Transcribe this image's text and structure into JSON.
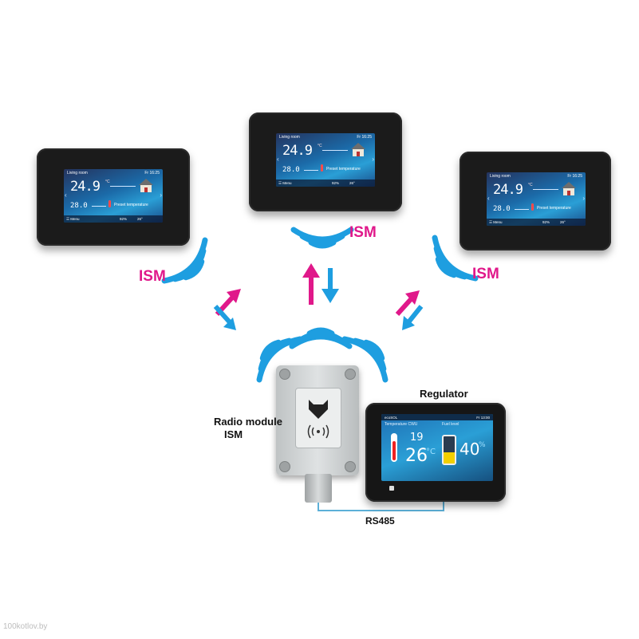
{
  "panels": [
    {
      "room": "Living room",
      "time": "Fr 16:25",
      "temp": "24.9",
      "unit": "°C",
      "preset": "28.0",
      "preset_label": "Preset temperature",
      "menu": "☰ Menu",
      "humidity": "92%",
      "outdoor": "26°"
    },
    {
      "room": "Living room",
      "time": "Fr 16:25",
      "temp": "24.9",
      "unit": "°C",
      "preset": "28.0",
      "preset_label": "Preset temperature",
      "menu": "☰ Menu",
      "humidity": "92%",
      "outdoor": "26°"
    },
    {
      "room": "Living room",
      "time": "Fr 16:25",
      "temp": "24.9",
      "unit": "°C",
      "preset": "28.0",
      "preset_label": "Preset temperature",
      "menu": "☰ Menu",
      "humidity": "92%",
      "outdoor": "26°"
    }
  ],
  "labels": {
    "ism_left": "ISM",
    "ism_top": "ISM",
    "ism_right": "ISM",
    "regulator": "Regulator",
    "radio_module_line1": "Radio module",
    "radio_module_line2": "ISM",
    "rs485": "RS485"
  },
  "regulator_screen": {
    "title": "ecoSOL",
    "time": "Fr 13:00",
    "temp_caption": "Temperature CWU",
    "temp_small": "19",
    "temp_big": "26",
    "unit": "°C",
    "fuel_caption": "Fuel level",
    "fuel_value": "40",
    "fuel_unit": "%"
  },
  "watermark": "100kotlov.by",
  "colors": {
    "ism": "#e0188a",
    "wave": "#1e9ee0",
    "arrow_pink": "#e0188a",
    "arrow_blue": "#1e9ee0",
    "wire": "#5cb0d8"
  }
}
